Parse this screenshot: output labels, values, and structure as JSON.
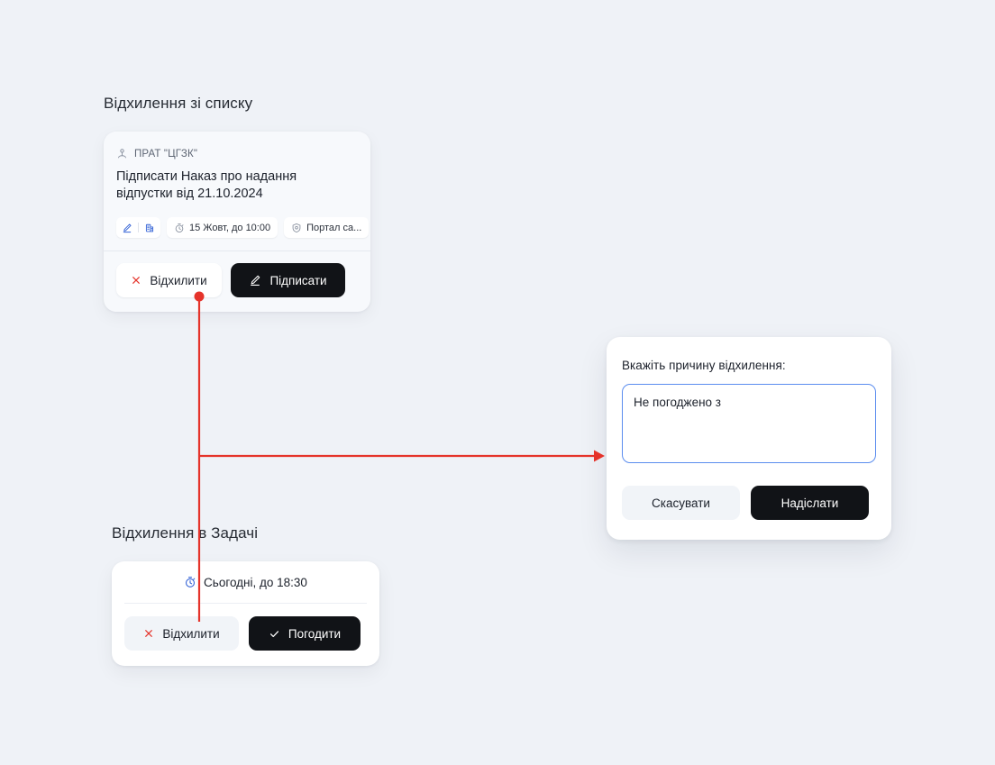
{
  "page": {
    "background_color": "#eff2f7",
    "accent_dark": "#111317",
    "accent_blue": "#3463d6",
    "annotation_color": "#e5332a"
  },
  "sections": {
    "list": {
      "title": "Відхилення зі списку"
    },
    "task": {
      "title": "Відхилення в Задачі"
    }
  },
  "list_card": {
    "org_icon": "person-badge-icon",
    "org_name": "ПРАТ \"ЦГЗК\"",
    "doc_title": "Підписати Наказ про надання відпустки від 21.10.2024",
    "chips": [
      {
        "name": "signature-chip",
        "icons": [
          "pen-icon",
          "building-icon"
        ],
        "label": ""
      },
      {
        "name": "deadline-chip",
        "icon": "timer-icon",
        "label": "15 Жовт, до 10:00"
      },
      {
        "name": "source-chip",
        "icon": "shield-icon",
        "label": "Портал са..."
      }
    ],
    "reject_button": {
      "label": "Відхилити",
      "icon": "x-icon"
    },
    "sign_button": {
      "label": "Підписати",
      "icon": "pen-icon"
    }
  },
  "task_card": {
    "due": {
      "icon": "timer-icon",
      "label": "Сьогодні, до 18:30"
    },
    "reject_button": {
      "label": "Відхилити",
      "icon": "x-icon"
    },
    "approve_button": {
      "label": "Погодити",
      "icon": "check-icon"
    }
  },
  "modal": {
    "label": "Вкажіть причину відхилення:",
    "textarea_value": "Не погоджено з",
    "textarea_placeholder": "",
    "cancel_button": "Скасувати",
    "send_button": "Надіслати"
  }
}
